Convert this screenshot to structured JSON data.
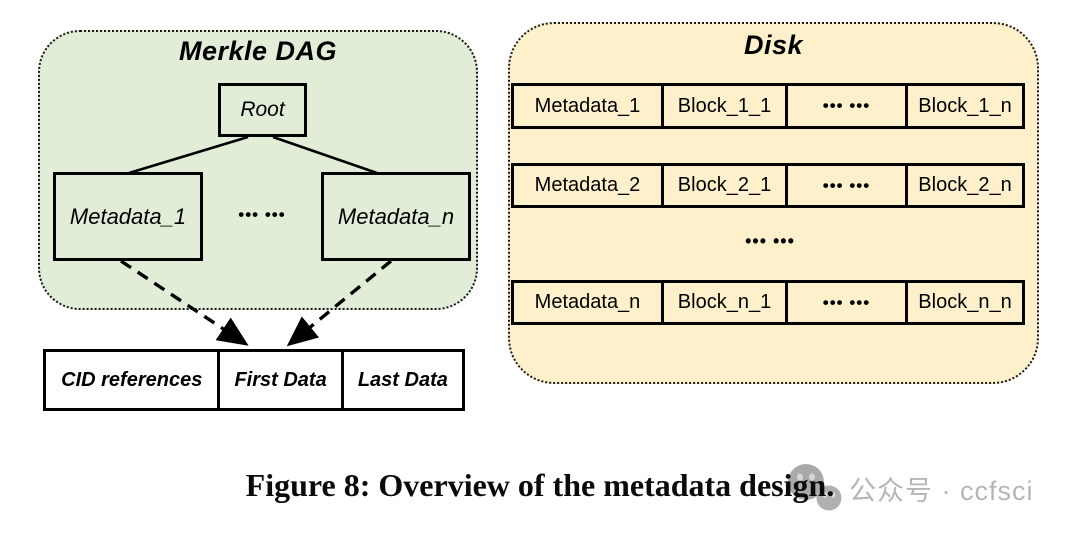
{
  "figure": {
    "caption": "Figure 8: Overview of the metadata design."
  },
  "merkle_dag": {
    "title": "Merkle DAG",
    "root_label": "Root",
    "metadata_first_label": "Metadata_1",
    "metadata_last_label": "Metadata_n",
    "ellipsis": "••• •••",
    "record_fields": [
      "CID references",
      "First Data",
      "Last Data"
    ]
  },
  "disk": {
    "title": "Disk",
    "rows": [
      {
        "cells": [
          "Metadata_1",
          "Block_1_1",
          "••• •••",
          "Block_1_n"
        ]
      },
      {
        "cells": [
          "Metadata_2",
          "Block_2_1",
          "••• •••",
          "Block_2_n"
        ]
      },
      {
        "cells": [
          "Metadata_n",
          "Block_n_1",
          "••• •••",
          "Block_n_n"
        ]
      }
    ],
    "rows_ellipsis": "••• •••"
  },
  "watermark": {
    "icon": "wechat-bubbles-icon",
    "text": "公众号 · ccfsci"
  },
  "colors": {
    "dag_panel_bg": "#e1edd7",
    "disk_panel_bg": "#fdf0cb",
    "stroke": "#000000",
    "watermark_gray": "#b6b6b6"
  }
}
